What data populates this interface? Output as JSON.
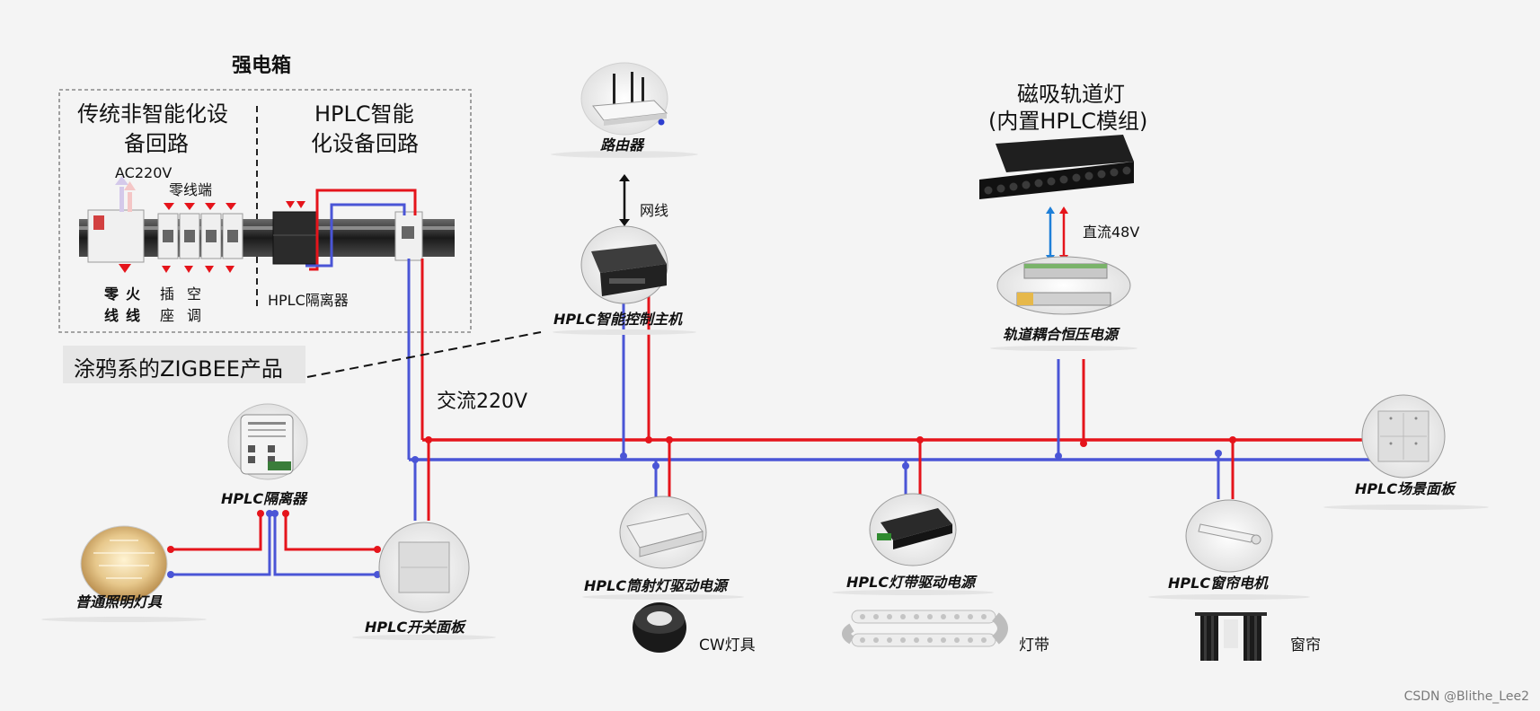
{
  "panel": {
    "title": "强电箱",
    "left_heading_1": "传统非智能化设",
    "left_heading_2": "备回路",
    "right_heading_1": "HPLC智能",
    "right_heading_2": "化设备回路",
    "ac_label": "AC220V",
    "neutral_end": "零线端",
    "col_neutral_1": "零",
    "col_neutral_2": "线",
    "col_live_1": "火",
    "col_live_2": "线",
    "col_socket_1": "插",
    "col_socket_2": "座",
    "col_ac_1": "空",
    "col_ac_2": "调",
    "isolator": "HPLC隔离器"
  },
  "zigbee": "涂鸦系的ZIGBEE产品",
  "router": {
    "name": "路由器",
    "link": "网线"
  },
  "host": {
    "name": "HPLC智能控制主机"
  },
  "track": {
    "title_1": "磁吸轨道灯",
    "title_2": "(内置HPLC模组)",
    "dc": "直流48V",
    "power": "轨道耦合恒压电源"
  },
  "ac_bus": "交流220V",
  "devices": {
    "isolator": "HPLC隔离器",
    "lamp": "普通照明灯具",
    "switch": "HPLC开关面板",
    "downlight_driver": "HPLC筒射灯驱动电源",
    "cw": "CW灯具",
    "strip_driver": "HPLC灯带驱动电源",
    "strip": "灯带",
    "curtain_motor": "HPLC窗帘电机",
    "curtain": "窗帘",
    "scene_panel": "HPLC场景面板"
  },
  "colors": {
    "live": "#e5141b",
    "neutral": "#4a55d6"
  },
  "watermark": "CSDN @Blithe_Lee2"
}
